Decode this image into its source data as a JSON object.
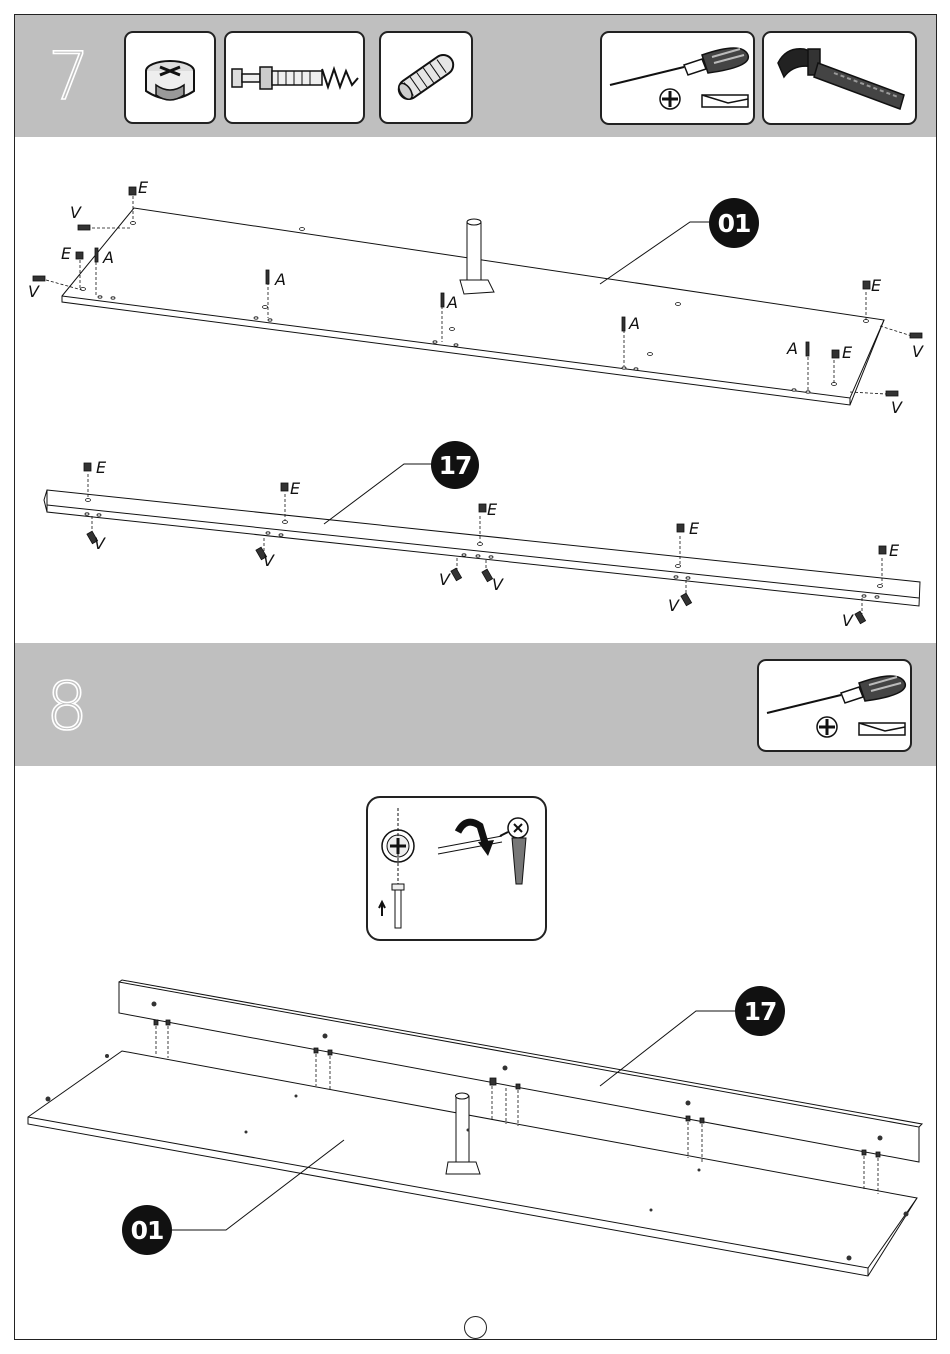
{
  "step7": {
    "number": "7",
    "panel_01": {
      "badge": "01",
      "labels": {
        "E": "E",
        "V": "V",
        "A": "A"
      }
    },
    "rail_17": {
      "badge": "17",
      "labels": {
        "E": "E",
        "V": "V"
      }
    },
    "hardware_icons": [
      "cam-lock-icon",
      "cam-bolt-icon",
      "wooden-dowel-icon"
    ],
    "tool_icons": [
      "screwdriver-icon",
      "hammer-icon"
    ]
  },
  "step8": {
    "number": "8",
    "badge_17": "17",
    "badge_01": "01",
    "tool_icons": [
      "screwdriver-icon"
    ],
    "inset_icons": [
      "cam-lock-icon",
      "rotate-arrow-icon",
      "screwdriver-icon",
      "cam-bolt-icon"
    ]
  },
  "colors": {
    "band": "#bfbfbf",
    "ink": "#111111",
    "badge": "#111111"
  }
}
